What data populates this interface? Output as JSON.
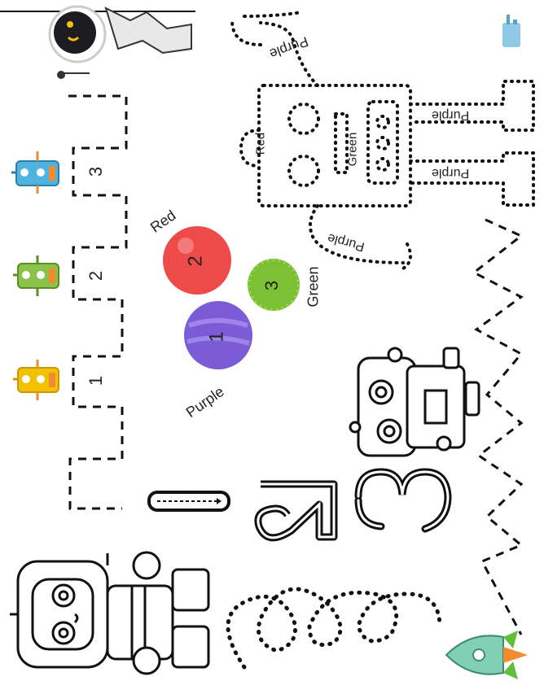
{
  "worksheet": {
    "step_numbers": [
      "3",
      "2",
      "1"
    ],
    "balls": [
      {
        "label": "Red",
        "number": "2",
        "color": "#ef4a4a"
      },
      {
        "label": "Green",
        "number": "3",
        "color": "#7cc133"
      },
      {
        "label": "Purple",
        "number": "1",
        "color": "#7b5bd6"
      }
    ],
    "robot_parts": {
      "top_arm": "Purple",
      "bottom_arm": "Purple",
      "left_leg": "Purple",
      "right_leg": "Purple",
      "body_left": "Red",
      "body_center": "Green"
    },
    "trace_numbers": [
      "1",
      "2",
      "3"
    ]
  },
  "colors": {
    "line": "#111111",
    "robot_blue": "#4fb3e0",
    "robot_green": "#8bc34a",
    "robot_yellow": "#f2c200",
    "rocket": "#7fd0b5",
    "flame": "#5fbf3a"
  }
}
